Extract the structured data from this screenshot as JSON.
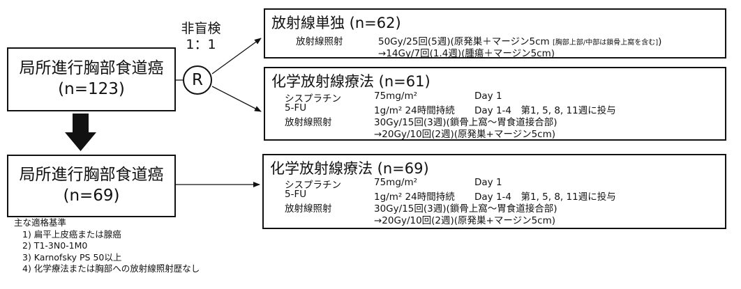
{
  "population_box": {
    "line1": "局所進行胸部食道癌",
    "line2": "(n=123)"
  },
  "population_box2": {
    "line1": "局所進行胸部食道癌",
    "line2": "(n=69)"
  },
  "randomization": {
    "label1": "非盲検",
    "label2": "1：1",
    "symbol": "R"
  },
  "arm_rt": {
    "title": "放射線単独 (n=62)",
    "rows": [
      {
        "label": "放射線照射",
        "value": "50Gy/25回(5週)(原発巣＋マージン5cm",
        "note": "[胸部上部/中部は鎖骨上窩を含む]",
        "tail": ")"
      },
      {
        "label": "",
        "value": "→14Gy/7回(1.4週)(腫瘍＋マージン5cm)"
      }
    ]
  },
  "arm_crt1": {
    "title": "化学放射線療法 (n=61)",
    "rows": [
      {
        "label": "シスプラチン",
        "dose": "75mg/m²",
        "schedule": "Day 1"
      },
      {
        "label": "5-FU",
        "dose": "1g/m² 24時間持続",
        "schedule": "Day 1-4　第1, 5, 8, 11週に投与"
      },
      {
        "label": "放射線照射",
        "dose": "30Gy/15回(3週)(鎖骨上窩～胃食道接合部)",
        "schedule": ""
      },
      {
        "label": "",
        "dose": "→20Gy/10回(2週)(原発巣+マージン5cm)",
        "schedule": ""
      }
    ]
  },
  "arm_crt2": {
    "title": "化学放射線療法 (n=69)",
    "rows": [
      {
        "label": "シスプラチン",
        "dose": "75mg/m²",
        "schedule": "Day 1"
      },
      {
        "label": "5-FU",
        "dose": "1g/m² 24時間持続",
        "schedule": "Day 1-4　第1, 5, 8, 11週に投与"
      },
      {
        "label": "放射線照射",
        "dose": "30Gy/15回(3週)(鎖骨上窩～胃食道接合部)",
        "schedule": ""
      },
      {
        "label": "",
        "dose": "→20Gy/10回(2週)(原発巣+マージン5cm)",
        "schedule": ""
      }
    ]
  },
  "criteria": {
    "heading": "主な適格基準",
    "items": [
      "1)  扁平上皮癌または腺癌",
      "2)  T1-3N0-1M0",
      "3)  Karnofsky PS 50以上",
      "4)  化学療法または胸部への放射線照射歴なし"
    ]
  }
}
